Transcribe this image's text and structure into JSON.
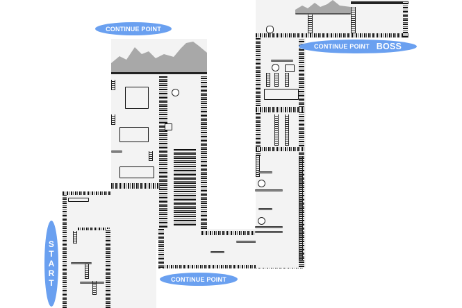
{
  "map": {
    "style": "monochrome-game-level",
    "colors": {
      "background": "#ffffff",
      "room_fill": "#f3f3f3",
      "wall": "#111111",
      "mountains": "#a8a8a8",
      "label_bubble": "#6aa0f0",
      "label_text": "#ffffff"
    }
  },
  "labels": {
    "continue_top": "CONTINUE POINT",
    "continue_right": "CONTINUE POINT",
    "boss": "BOSS",
    "continue_bottom": "CONTINUE POINT",
    "start_letters": [
      "S",
      "T",
      "A",
      "R",
      "T"
    ]
  }
}
